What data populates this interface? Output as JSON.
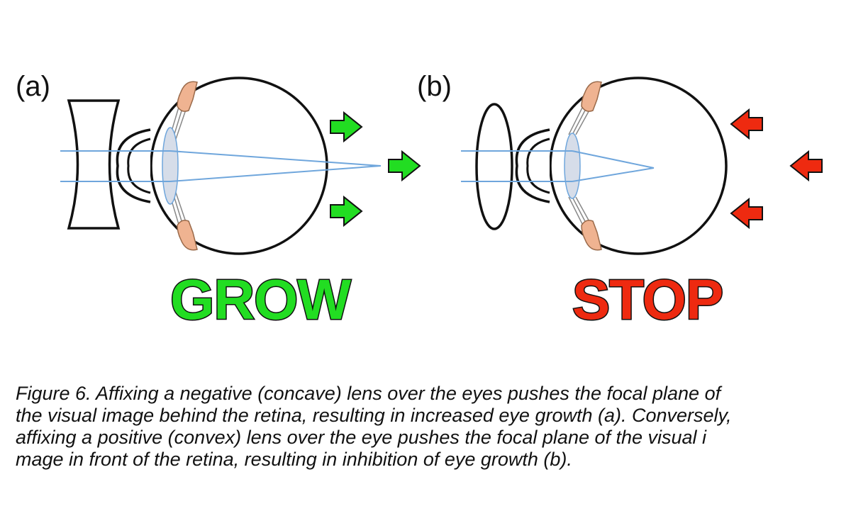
{
  "panels": {
    "a": {
      "label": "(a)",
      "word": "GROW"
    },
    "b": {
      "label": "(b)",
      "word": "STOP"
    }
  },
  "colors": {
    "grow": "#22dd22",
    "stop": "#ee2a10",
    "light_ray": "#6fa6dc",
    "crystalline_lens": "#d6dde9",
    "muscle": "#efb391",
    "outline": "#111111"
  },
  "icons": {
    "grow_arrow": "arrow-right-icon",
    "stop_arrow": "arrow-left-icon"
  },
  "caption": {
    "lines": [
      "Figure 6. Affixing a negative (concave) lens over the eyes pushes the focal plane of",
      "the visual image behind the retina, resulting in increased eye growth (a). Conversely,",
      "affixing a positive (convex) lens over the eye pushes the focal plane of the visual i",
      "mage in front of the retina, resulting in inhibition of eye growth (b)."
    ]
  }
}
